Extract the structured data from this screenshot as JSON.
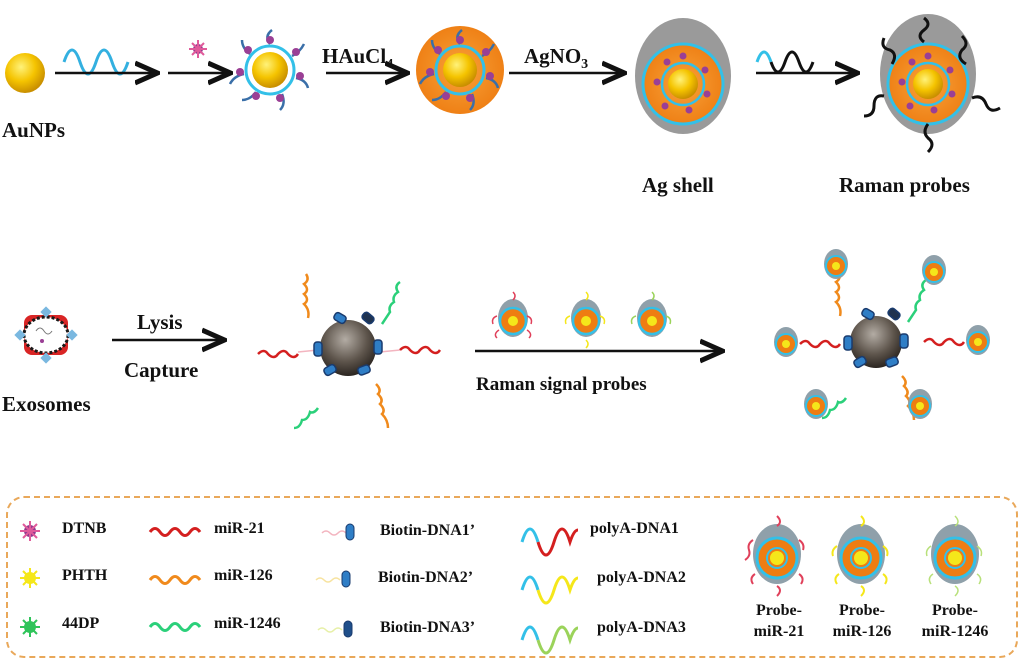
{
  "top_row": {
    "aunps_label": "AuNPs",
    "step_hauc_label": "HAuCl",
    "step_hauc_sub": "4",
    "step_agno_label": "AgNO",
    "step_agno_sub": "3",
    "ag_shell_label": "Ag shell",
    "raman_probes_label": "Raman probes"
  },
  "middle_row": {
    "exosomes_label": "Exosomes",
    "lysis_label": "Lysis",
    "capture_label": "Capture",
    "raman_signal_label": "Raman signal probes"
  },
  "legend": {
    "reporters": [
      {
        "name": "DTNB",
        "color": "#8e3a8e"
      },
      {
        "name": "PHTH",
        "color": "#f5e71a"
      },
      {
        "name": "44DP",
        "color": "#2fc45a"
      }
    ],
    "mirnas": [
      {
        "name": "miR-21",
        "color": "#d41f1f"
      },
      {
        "name": "miR-126",
        "color": "#f08a1c"
      },
      {
        "name": "miR-1246",
        "color": "#2bd07a"
      }
    ],
    "biotin": [
      {
        "name": "Biotin-DNA1’",
        "color": "#f3b5c0"
      },
      {
        "name": "Biotin-DNA2’",
        "color": "#f7e3a0"
      },
      {
        "name": "Biotin-DNA3’",
        "color": "#e7f0a8"
      }
    ],
    "polya": [
      {
        "name": "polyA-DNA1",
        "color": "#d41f1f"
      },
      {
        "name": "polyA-DNA2",
        "color": "#f5e71a"
      },
      {
        "name": "polyA-DNA3",
        "color": "#9bd35a"
      }
    ],
    "probes": [
      {
        "line1": "Probe-",
        "line2": "miR-21"
      },
      {
        "line1": "Probe-",
        "line2": "miR-126"
      },
      {
        "line1": "Probe-",
        "line2": "miR-1246"
      }
    ]
  },
  "colors": {
    "gold": "#f5c400",
    "orange_shell": "#f08a1c",
    "silver_shell": "#9a9a9a",
    "cyan_dna": "#33c0e8",
    "magnetic_bead": "#5a5048",
    "legend_border": "#e9a85a"
  }
}
